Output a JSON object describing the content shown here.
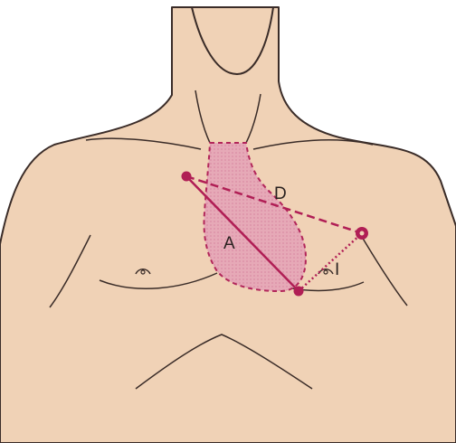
{
  "labels": {
    "a": "A",
    "d": "D",
    "i": "I"
  },
  "colors": {
    "skin": "#f0d2b6",
    "outline": "#3a2c28",
    "heart_fill": "#e6a9b7",
    "heart_stroke": "#b2265a",
    "vector": "#b01e55",
    "background": "#ffffff"
  },
  "icons": {
    "left_nipple": "nipple-icon",
    "right_nipple": "nipple-icon"
  }
}
